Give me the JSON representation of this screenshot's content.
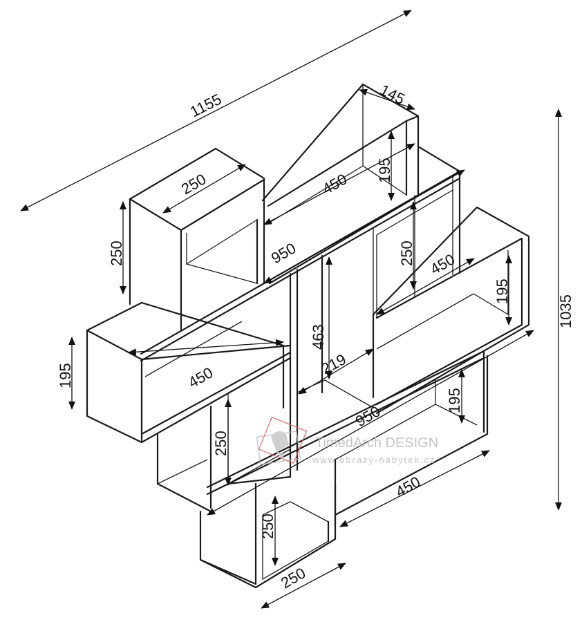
{
  "dimensions": {
    "overall_width": "1155",
    "overall_height": "1035",
    "top_depth": "145",
    "top_box_width": "250",
    "top_box_height": "250",
    "top_shelf_width": "450",
    "top_right_height": "195",
    "long_shelf_upper": "950",
    "mid_right_height": "250",
    "mid_right_width": "450",
    "right_box_height": "195",
    "center_height": "463",
    "center_width": "219",
    "left_box_height": "195",
    "left_box_width": "450",
    "long_shelf_lower": "950",
    "lower_right_height": "195",
    "lower_left_height": "250",
    "lower_right_width": "450",
    "bottom_height": "250",
    "bottom_width": "250"
  },
  "watermark": {
    "brand": "TimedArch DESIGN",
    "url": "www.obrazy-nábytek.cz",
    "colors": {
      "red": "#e06a6a",
      "grey": "#bdbdbd"
    }
  }
}
